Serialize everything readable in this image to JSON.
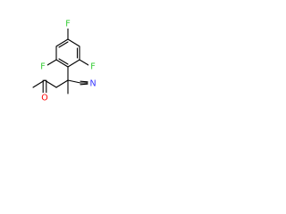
{
  "molecule": {
    "atoms": {
      "f_top": {
        "symbol": "F",
        "color": "#33cc33"
      },
      "f_left": {
        "symbol": "F",
        "color": "#33cc33"
      },
      "f_right": {
        "symbol": "F",
        "color": "#33cc33"
      },
      "nitrogen": {
        "symbol": "N",
        "color": "#3333ff"
      },
      "oxygen": {
        "symbol": "O",
        "color": "#ff0000"
      }
    },
    "bond_color": "#000000"
  }
}
